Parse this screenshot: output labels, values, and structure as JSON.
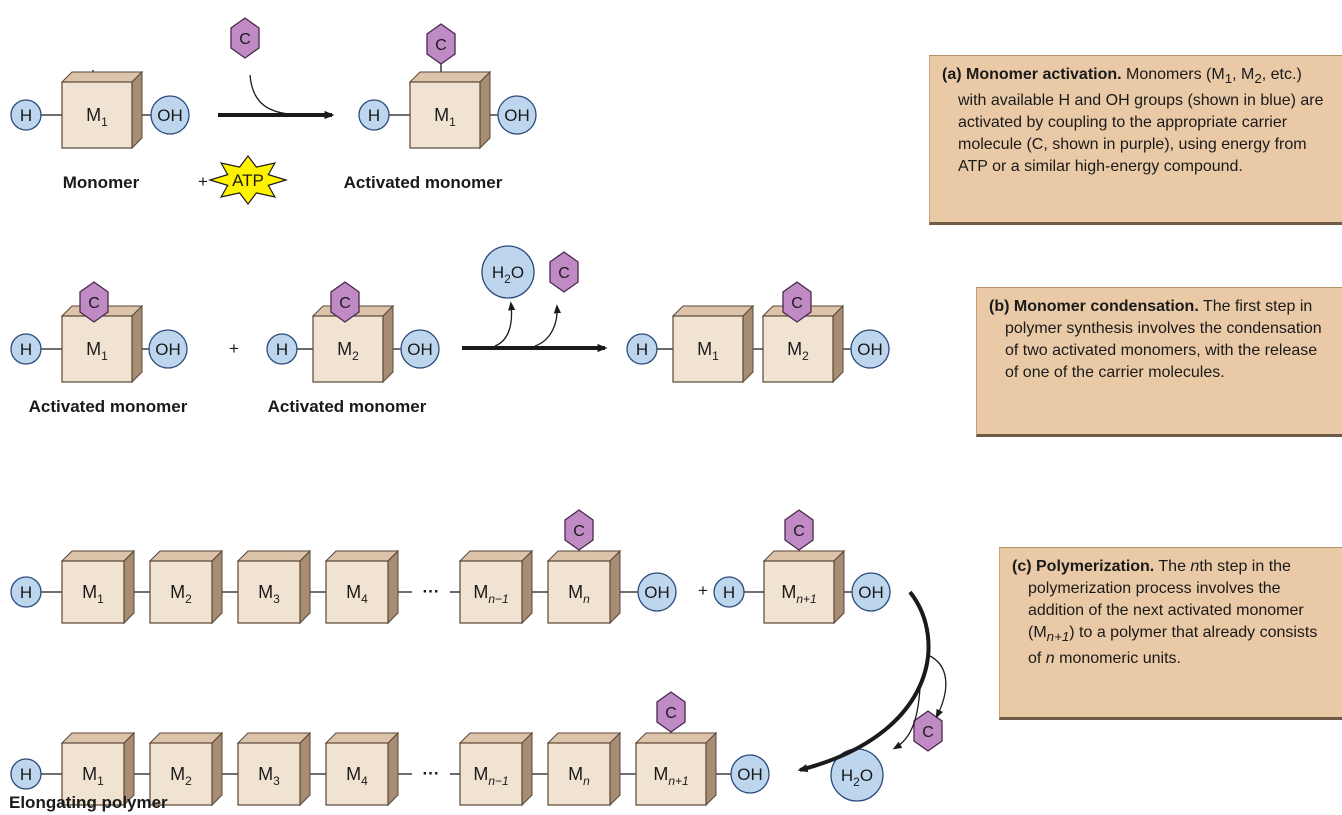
{
  "panels": {
    "a": {
      "label_monomer": "Monomer",
      "label_activated": "Activated monomer",
      "atp": "ATP",
      "plus": "+"
    },
    "b": {
      "label_left": "Activated monomer",
      "label_right": "Activated monomer",
      "plus": "+"
    },
    "c": {
      "plus": "+",
      "label_polymer": "Elongating polymer",
      "ellipsis": "···"
    }
  },
  "groups": {
    "h": "H",
    "oh": "OH",
    "carrier": "C",
    "water_main": "H",
    "water_sub": "2",
    "water_tail": "O"
  },
  "monomers": {
    "m": "M",
    "s1": "1",
    "s2": "2",
    "s3": "3",
    "s4": "4",
    "sn1": "n−1",
    "sn": "n",
    "snp1": "n+1"
  },
  "captions": {
    "a": {
      "title": "(a) Monomer activation.",
      "t1": " Monomers (M",
      "s1": "1",
      "t2": ", M",
      "s2": "2",
      "t3": ", etc.) with available H and OH groups (shown in blue) are activated by coupling to the appropriate carrier molecule (C, shown in purple), using energy from ATP or a similar high-energy compound."
    },
    "b": {
      "title": "(b) Monomer condensation.",
      "body": " The first step in polymer synthesis involves the condensation of two activated monomers, with the release of one of the carrier molecules."
    },
    "c": {
      "title": "(c) Polymerization.",
      "t1": " The ",
      "n1": "n",
      "t2": "th step in the polymerization process involves the addition of the next activated monomer (M",
      "s1": "n+1",
      "t3": ") to a polymer that already consists of ",
      "n2": "n",
      "t4": " monomeric units."
    }
  },
  "colors": {
    "blue_fill": "#bdd6ee",
    "blue_stroke": "#2a4a7a",
    "purple_fill": "#c08ac4",
    "purple_stroke": "#4a2a4e",
    "block_front": "#f1e3d2",
    "block_top": "#dcc4ab",
    "block_side": "#a88d75",
    "caption_bg": "#e9c9a6",
    "atp_fill": "#fff200"
  }
}
